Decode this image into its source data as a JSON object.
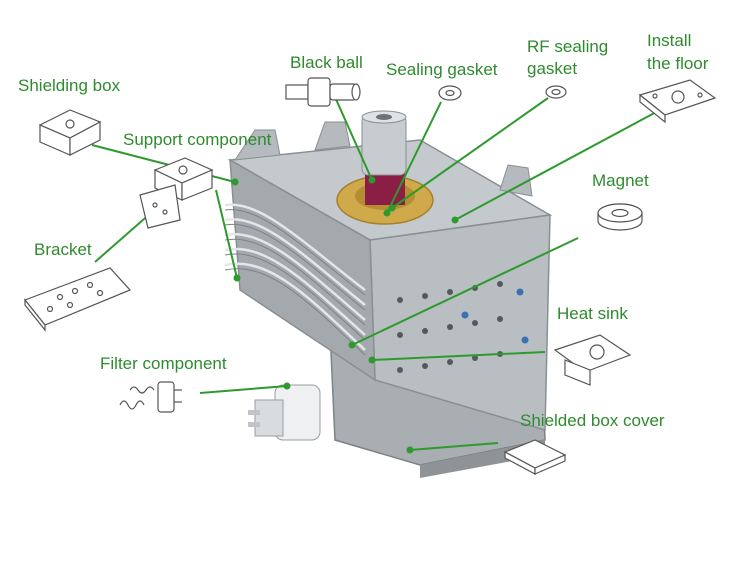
{
  "colors": {
    "label": "#2e8b2e",
    "leader": "#2e9a2e",
    "icon_stroke": "#555555",
    "body_metal": "#b9bec3",
    "body_shadow": "#8e9398"
  },
  "labels": {
    "shielding_box": "Shielding box",
    "support_component": "Support component",
    "bracket": "Bracket",
    "filter_component": "Filter component",
    "black_ball": "Black ball",
    "sealing_gasket": "Sealing gasket",
    "rf_sealing_gasket_line1": "RF sealing",
    "rf_sealing_gasket_line2": "gasket",
    "install_floor_line1": "Install",
    "install_floor_line2": "the floor",
    "magnet": "Magnet",
    "heat_sink": "Heat sink",
    "shielded_box_cover": "Shielded box cover"
  },
  "icons": [
    "shielding-box-icon",
    "support-component-icon",
    "bracket-icon",
    "filter-component-icon",
    "black-ball-icon",
    "sealing-gasket-icon",
    "rf-sealing-gasket-icon",
    "install-floor-icon",
    "magnet-icon",
    "heat-sink-icon",
    "shielded-box-cover-icon"
  ]
}
